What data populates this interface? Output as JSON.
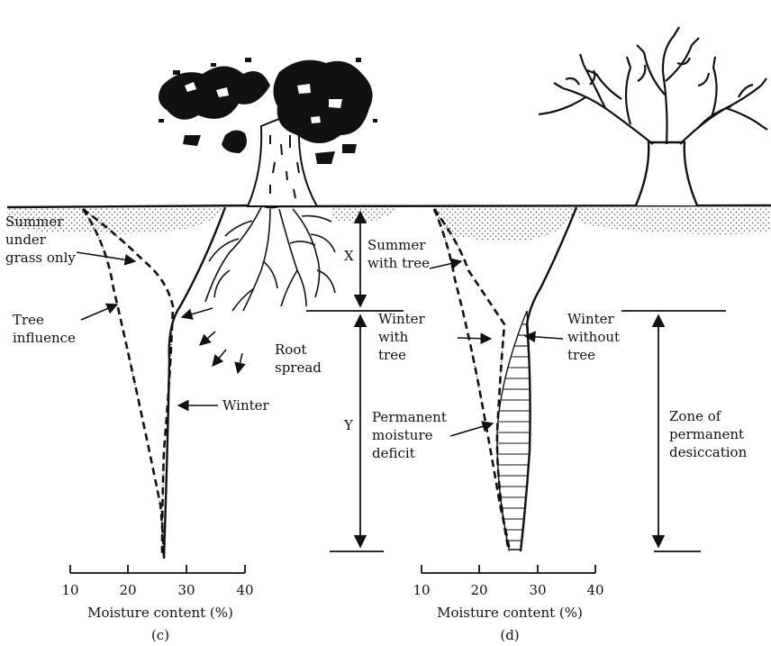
{
  "colors": {
    "ink": "#111111",
    "paper": "#ffffff",
    "grass_stipple": "#777777"
  },
  "icons": [
    "tree-with-leaves-icon",
    "bare-tree-icon",
    "grass-stipple-icon",
    "arrow-icon"
  ],
  "labels": {
    "summer_grass": "Summer\nunder\ngrass only",
    "tree_influence": "Tree\ninfluence",
    "root_spread": "Root\nspread",
    "winter": "Winter",
    "summer_tree": "Summer\nwith tree",
    "winter_with_tree": "Winter\nwith\ntree",
    "winter_without_tree": "Winter\nwithout\ntree",
    "permanent_deficit": "Permanent\nmoisture\ndeficit",
    "zone": "Zone of\npermanent\ndesiccation",
    "x": "X",
    "y": "Y"
  },
  "panels": {
    "c": {
      "caption": "(c)",
      "xlabel": "Moisture content (%)",
      "ticks": [
        "10",
        "20",
        "30",
        "40"
      ]
    },
    "d": {
      "caption": "(d)",
      "xlabel": "Moisture content (%)",
      "ticks": [
        "10",
        "20",
        "30",
        "40"
      ]
    }
  }
}
